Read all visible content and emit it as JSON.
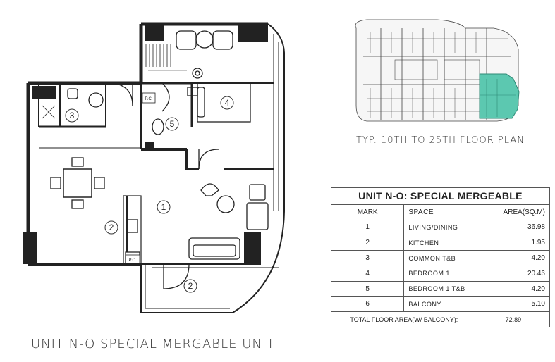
{
  "caption": "UNIT N-O SPECIAL MERGABLE UNIT",
  "keyplan": {
    "caption": "TYP. 10TH TO 25TH FLOOR PLAN",
    "highlight_color": "#5cc8b0"
  },
  "plan": {
    "room_labels": [
      "1",
      "2",
      "2",
      "3",
      "4",
      "5"
    ],
    "tags": [
      "P.C.",
      "P.C."
    ]
  },
  "table": {
    "title": "UNIT N-O: SPECIAL MERGEABLE",
    "headers": {
      "mark": "MARK",
      "space": "SPACE",
      "area": "AREA(SQ.M)"
    },
    "rows": [
      {
        "mark": "1",
        "space": "LIVING/DINING",
        "area": "36.98"
      },
      {
        "mark": "2",
        "space": "KITCHEN",
        "area": "1.95"
      },
      {
        "mark": "3",
        "space": "COMMON T&B",
        "area": "4.20"
      },
      {
        "mark": "4",
        "space": "BEDROOM 1",
        "area": "20.46"
      },
      {
        "mark": "5",
        "space": "BEDROOM 1 T&B",
        "area": "4.20"
      },
      {
        "mark": "6",
        "space": "BALCONY",
        "area": "5.10"
      }
    ],
    "total_label": "TOTAL FLOOR AREA(W/ BALCONY):",
    "total_value": "72.89"
  }
}
